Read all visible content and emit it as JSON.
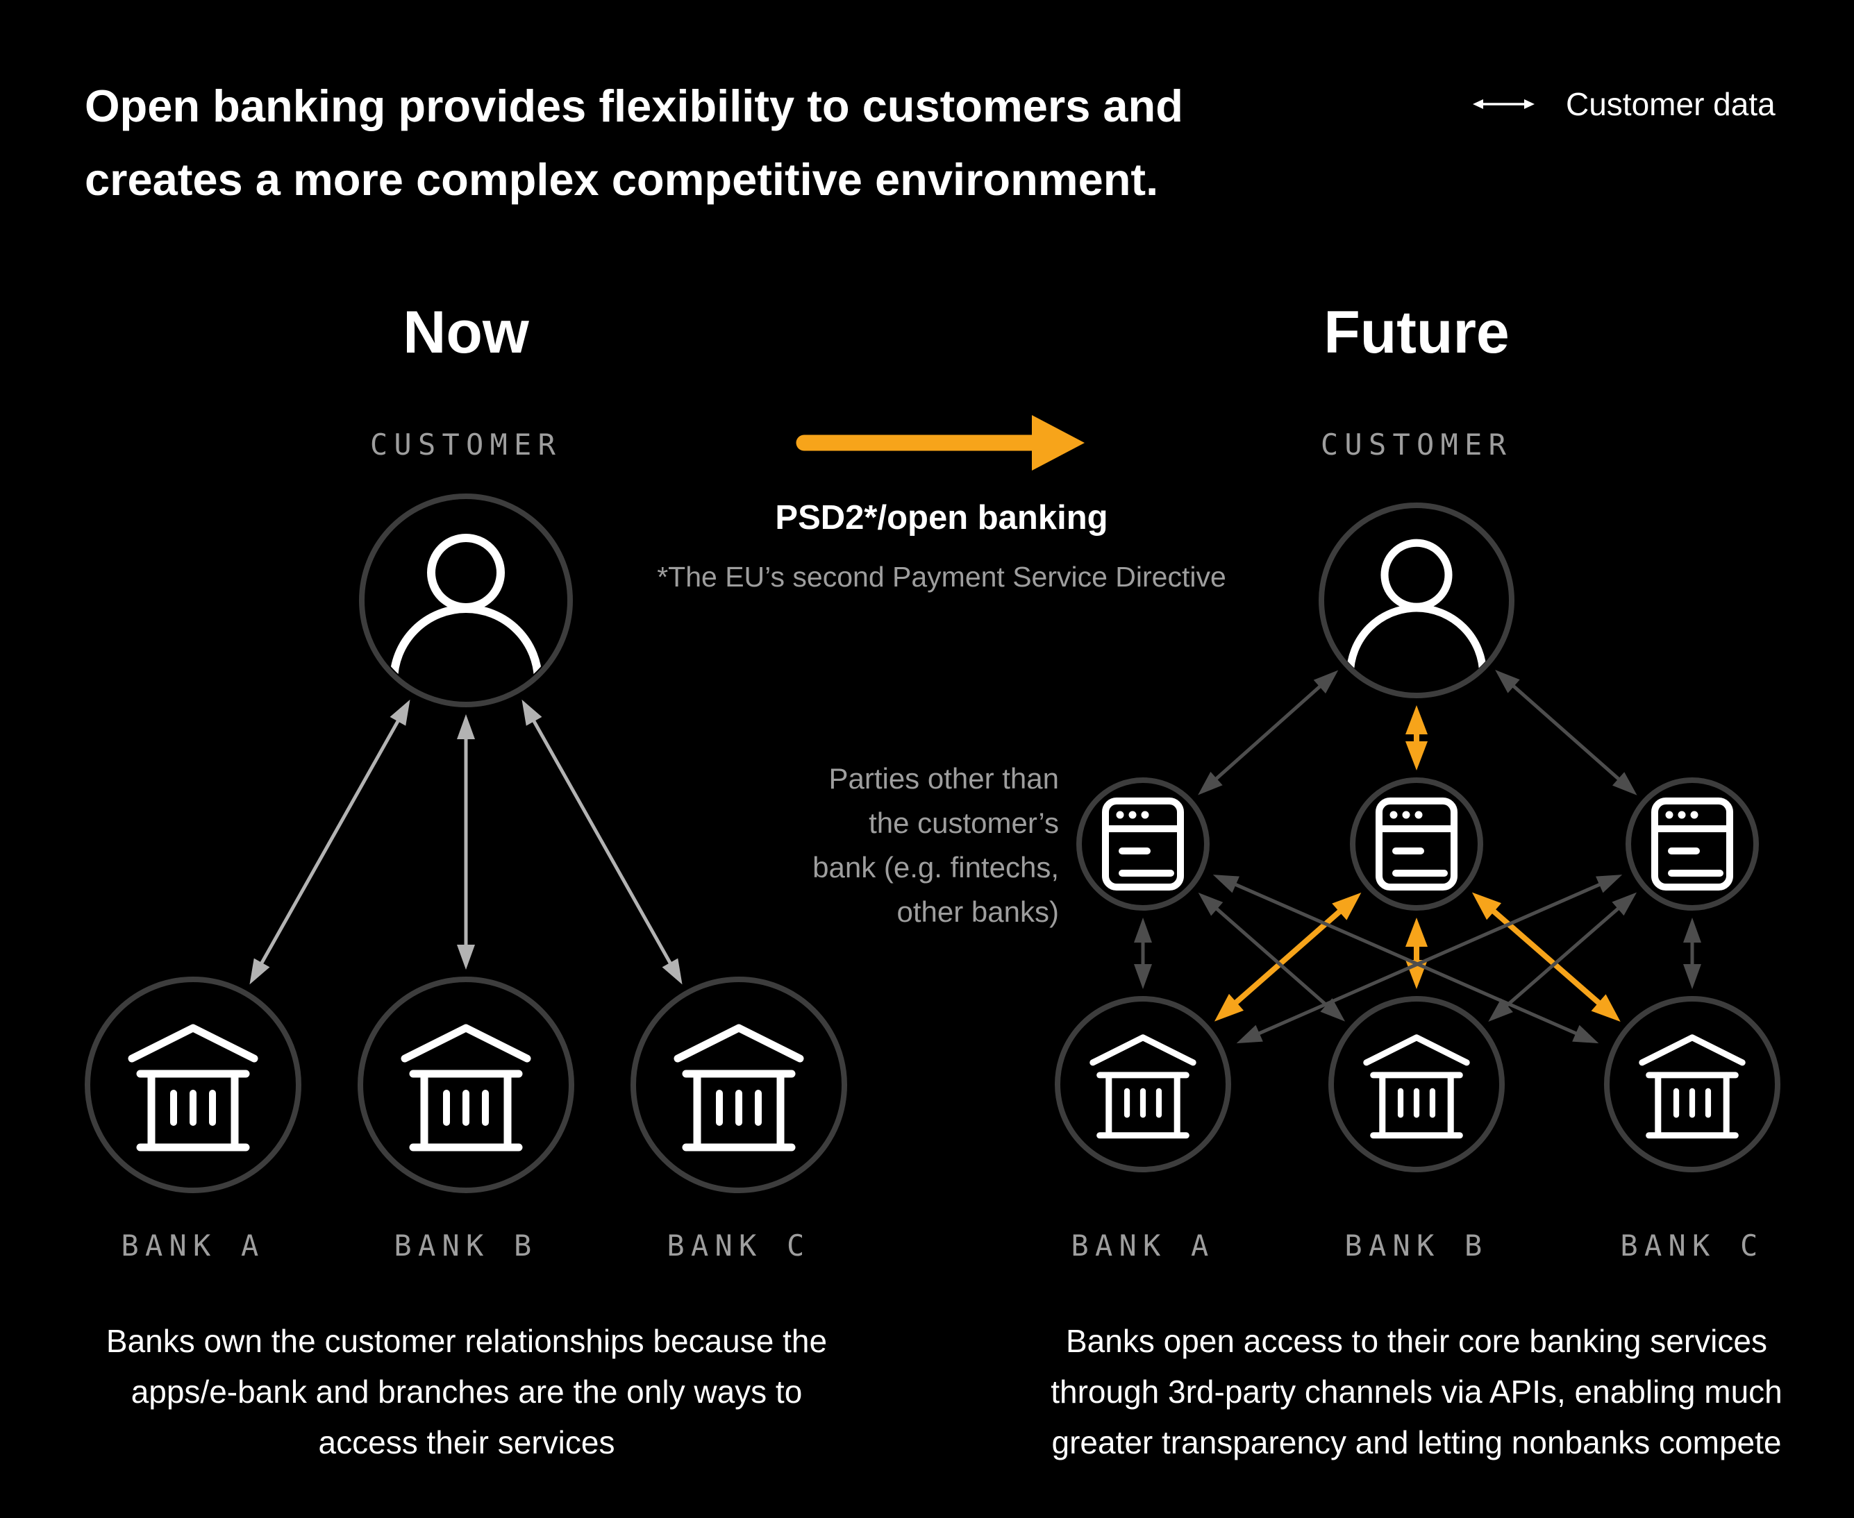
{
  "title": {
    "line1": "Open banking provides flexibility to customers and",
    "line2": "creates a more complex competitive environment."
  },
  "legend": {
    "label": "Customer data",
    "icon": "double-arrow"
  },
  "now": {
    "heading": "Now",
    "customer_label": "CUSTOMER",
    "bank_labels": [
      "BANK A",
      "BANK B",
      "BANK C"
    ],
    "caption": [
      "Banks own the customer relationships because the",
      "apps/e-bank and branches are the only ways to",
      "access their services"
    ]
  },
  "future": {
    "heading": "Future",
    "customer_label": "CUSTOMER",
    "bank_labels": [
      "BANK A",
      "BANK B",
      "BANK C"
    ],
    "parties_note": [
      "Parties other than",
      "the customer’s",
      "bank (e.g. fintechs,",
      "other banks)"
    ],
    "caption": [
      "Banks open access to their core banking services",
      "through 3rd-party channels via APIs, enabling much",
      "greater transparency and letting nonbanks compete"
    ]
  },
  "transition": {
    "heading": "PSD2*/open banking",
    "subheading": "*The EU’s second Payment Service Directive"
  },
  "colors": {
    "background": "#000000",
    "white": "#FFFFFF",
    "gray_label": "#9E9E9E",
    "gray_circle": "#3D3D3D",
    "arrow_light": "#B3B3B3",
    "arrow_dark": "#4D4D4D",
    "orange": "#F7A41A"
  },
  "diagram": {
    "nodes": [
      {
        "id": "customer-now",
        "kind": "person",
        "label": "CUSTOMER"
      },
      {
        "id": "bank-a-now",
        "kind": "bank",
        "label": "BANK A"
      },
      {
        "id": "bank-b-now",
        "kind": "bank",
        "label": "BANK B"
      },
      {
        "id": "bank-c-now",
        "kind": "bank",
        "label": "BANK C"
      },
      {
        "id": "customer-future",
        "kind": "person",
        "label": "CUSTOMER"
      },
      {
        "id": "fintech-1",
        "kind": "third-party",
        "label": ""
      },
      {
        "id": "fintech-2",
        "kind": "third-party",
        "label": ""
      },
      {
        "id": "fintech-3",
        "kind": "third-party",
        "label": ""
      },
      {
        "id": "bank-a-future",
        "kind": "bank",
        "label": "BANK A"
      },
      {
        "id": "bank-b-future",
        "kind": "bank",
        "label": "BANK B"
      },
      {
        "id": "bank-c-future",
        "kind": "bank",
        "label": "BANK C"
      }
    ],
    "edges": [
      {
        "from": "customer-now",
        "to": "bank-a-now",
        "color": "arrow_light"
      },
      {
        "from": "customer-now",
        "to": "bank-b-now",
        "color": "arrow_light"
      },
      {
        "from": "customer-now",
        "to": "bank-c-now",
        "color": "arrow_light"
      },
      {
        "from": "customer-future",
        "to": "fintech-1",
        "color": "arrow_dark"
      },
      {
        "from": "customer-future",
        "to": "fintech-2",
        "color": "orange"
      },
      {
        "from": "customer-future",
        "to": "fintech-3",
        "color": "arrow_dark"
      },
      {
        "from": "fintech-1",
        "to": "bank-a-future",
        "color": "arrow_dark"
      },
      {
        "from": "fintech-2",
        "to": "bank-b-future",
        "color": "orange"
      },
      {
        "from": "fintech-3",
        "to": "bank-c-future",
        "color": "arrow_dark"
      },
      {
        "from": "fintech-2",
        "to": "bank-a-future",
        "color": "orange"
      },
      {
        "from": "fintech-2",
        "to": "bank-c-future",
        "color": "orange"
      },
      {
        "from": "fintech-1",
        "to": "bank-b-future",
        "color": "arrow_dark"
      },
      {
        "from": "fintech-3",
        "to": "bank-b-future",
        "color": "arrow_dark"
      },
      {
        "from": "fintech-1",
        "to": "bank-c-future",
        "color": "arrow_dark",
        "long": true
      },
      {
        "from": "fintech-3",
        "to": "bank-a-future",
        "color": "arrow_dark",
        "long": true
      }
    ]
  }
}
